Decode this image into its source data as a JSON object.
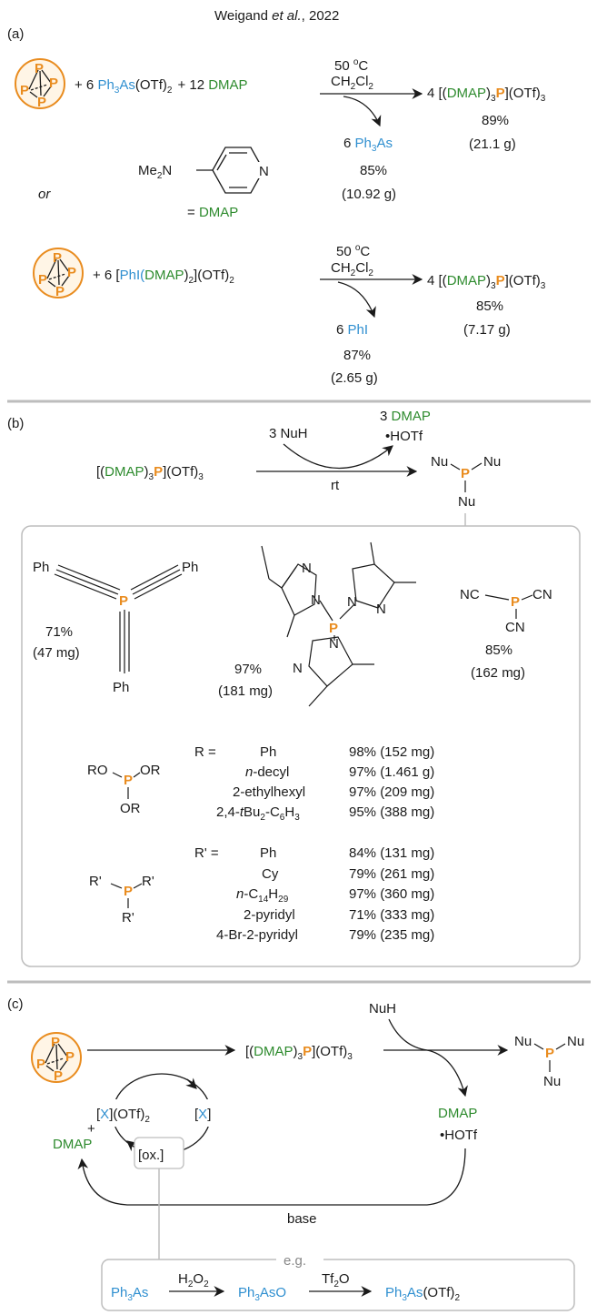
{
  "colors": {
    "dmap": "#2e8b2e",
    "arsine": "#2f8fd0",
    "phosphorus": "#e98c1f",
    "divider": "#bdbdbd"
  },
  "panel_a": {
    "label": "(a)",
    "citation_author": "Weigand ",
    "citation_etal": "et al.",
    "citation_year": ", 2022",
    "p4_atom": "P",
    "eq1": {
      "coef_reagent": "+ 6 ",
      "reagent": "Ph",
      "reagent_sub": "3",
      "reagent_elem": "As",
      "reagent_tail": "(OTf)",
      "reagent_tail_sub": "2",
      "dmap_coef": "+ 12 ",
      "dmap": "DMAP",
      "temp": "50 ",
      "temp_deg": "o",
      "temp_unit": "C",
      "solvent": "CH",
      "solvent_sub1": "2",
      "solvent_cl": "Cl",
      "solvent_sub2": "2",
      "product_coef": "4 [(",
      "product_dmap": "DMAP",
      "product_close": ")",
      "product_sub": "3",
      "product_p": "P",
      "product_tail": "](OTf)",
      "product_tail_sub": "3",
      "product_yield": "89%",
      "product_mass": "(21.1 g)",
      "byproduct_coef": "6 ",
      "byproduct": "Ph",
      "byproduct_sub": "3",
      "byproduct_elem": "As",
      "byproduct_yield": "85%",
      "byproduct_mass": "(10.92 g)"
    },
    "dmap_structure": {
      "me": "Me",
      "me_sub": "2",
      "n_amine": "N",
      "n_ring": "N",
      "equals": "= ",
      "name": "DMAP"
    },
    "or_label": "or",
    "eq2": {
      "coef_reagent": "+ 6  [",
      "reagent": "PhI(",
      "reagent_dmap": "DMAP",
      "reagent_close": ")",
      "reagent_sub": "2",
      "reagent_tail": "](OTf)",
      "reagent_tail_sub": "2",
      "temp": "50 ",
      "temp_deg": "o",
      "temp_unit": "C",
      "solvent": "CH",
      "solvent_sub1": "2",
      "solvent_cl": "Cl",
      "solvent_sub2": "2",
      "product_coef": "4 [(",
      "product_dmap": "DMAP",
      "product_close": ")",
      "product_sub": "3",
      "product_p": "P",
      "product_tail": "](OTf)",
      "product_tail_sub": "3",
      "product_yield": "85%",
      "product_mass": "(7.17 g)",
      "byproduct_coef": "6 ",
      "byproduct": "PhI",
      "byproduct_yield": "87%",
      "byproduct_mass": "(2.65 g)"
    }
  },
  "panel_b": {
    "label": "(b)",
    "nuh": "3 NuH",
    "byproduct_coef": "3 ",
    "byproduct_dmap": "DMAP",
    "byproduct_hotf": "•HOTf",
    "condition": "rt",
    "reactant_open": "[(",
    "reactant_dmap": "DMAP",
    "reactant_close": ")",
    "reactant_sub": "3",
    "reactant_p": "P",
    "reactant_tail": "](OTf)",
    "reactant_tail_sub": "3",
    "nu": "Nu",
    "p": "P",
    "alkynyl": {
      "ph": "Ph",
      "yield": "71%",
      "mass": "(47 mg)"
    },
    "pyrazolyl": {
      "n": "N",
      "yield": "97%",
      "mass": "(181 mg)"
    },
    "cyanide": {
      "nc": "NC",
      "cn": "CN",
      "yield": "85%",
      "mass": "(162 mg)"
    },
    "phosphites": {
      "ro": "RO",
      "or": "OR",
      "header": "R =",
      "rows": [
        {
          "name": "Ph",
          "result": "98% (152 mg)"
        },
        {
          "name_pre": "",
          "name_it": "n",
          "name_post": "-decyl",
          "result": "97% (1.461 g)"
        },
        {
          "name": "2-ethylhexyl",
          "result": "97% (209 mg)"
        },
        {
          "name_pre": "2,4-",
          "name_it": "t",
          "name_post": "Bu",
          "name_sub": "2",
          "name_post2": "-C",
          "name_sub2": "6",
          "name_post3": "H",
          "name_sub3": "3",
          "result": "95% (388 mg)"
        }
      ]
    },
    "phosphines": {
      "r": "R'",
      "header": "R' =",
      "rows": [
        {
          "name": "Ph",
          "result": "84% (131 mg)"
        },
        {
          "name": "Cy",
          "result": "79% (261 mg)"
        },
        {
          "name_it": "n",
          "name_post": "-C",
          "name_sub": "14",
          "name_post2": "H",
          "name_sub2": "29",
          "result": "97% (360 mg)"
        },
        {
          "name": "2-pyridyl",
          "result": "71% (333 mg)"
        },
        {
          "name": "4-Br-2-pyridyl",
          "result": "79% (235 mg)"
        }
      ]
    }
  },
  "panel_c": {
    "label": "(c)",
    "nuh": "NuH",
    "product_open": "[(",
    "product_dmap": "DMAP",
    "product_close": ")",
    "product_sub": "3",
    "product_p": "P",
    "product_tail": "](OTf)",
    "product_tail_sub": "3",
    "nu": "Nu",
    "p": "P",
    "dmap": "DMAP",
    "hotf": "•HOTf",
    "xotf_open": "[",
    "x": "X",
    "xotf_tail": "](OTf)",
    "xotf_sub": "2",
    "x_open": "[",
    "x_close": "]",
    "plus": "+",
    "dmap_left": "DMAP",
    "ox": "[ox.]",
    "base": "base",
    "eg": "e.g.",
    "cycle_a": "Ph",
    "cycle_a_sub": "3",
    "cycle_a_elem": "As",
    "h2o2": "H",
    "h2o2_sub": "2",
    "h2o2_o": "O",
    "h2o2_sub2": "2",
    "cycle_b": "Ph",
    "cycle_b_sub": "3",
    "cycle_b_elem": "AsO",
    "tf2o": "Tf",
    "tf2o_sub": "2",
    "tf2o_o": "O",
    "cycle_c": "Ph",
    "cycle_c_sub": "3",
    "cycle_c_elem": "As",
    "cycle_c_tail": "(OTf)",
    "cycle_c_tail_sub": "2"
  }
}
